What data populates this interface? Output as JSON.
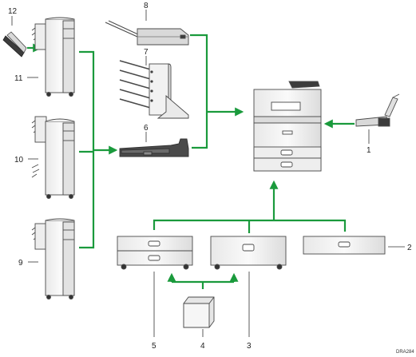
{
  "colors": {
    "accent": "#1a9a3c",
    "outline": "#4a4a4a",
    "body_light": "#f6f6f6",
    "body_mid": "#e4e4e4",
    "body_dark": "#3c3c3c"
  },
  "callouts": {
    "n1": "1",
    "n2": "2",
    "n3": "3",
    "n4": "4",
    "n5": "5",
    "n6": "6",
    "n7": "7",
    "n8": "8",
    "n9": "9",
    "n10": "10",
    "n11": "11",
    "n12": "12"
  },
  "figure_code": "DRA284"
}
